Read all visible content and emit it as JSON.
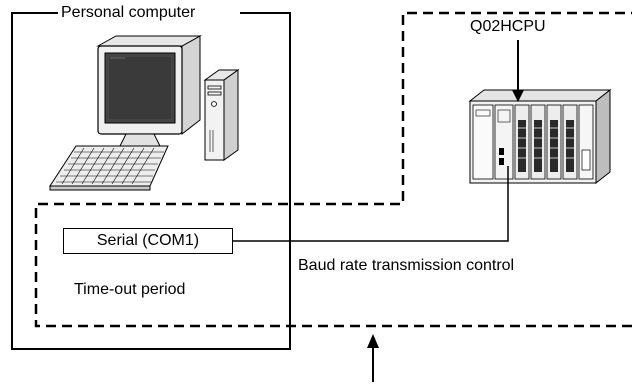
{
  "pc_title": "Personal computer",
  "cpu_label": "Q02HCPU",
  "serial_port": "Serial (COM1)",
  "baud_label": "Baud rate transmission control",
  "timeout_label": "Time-out period"
}
